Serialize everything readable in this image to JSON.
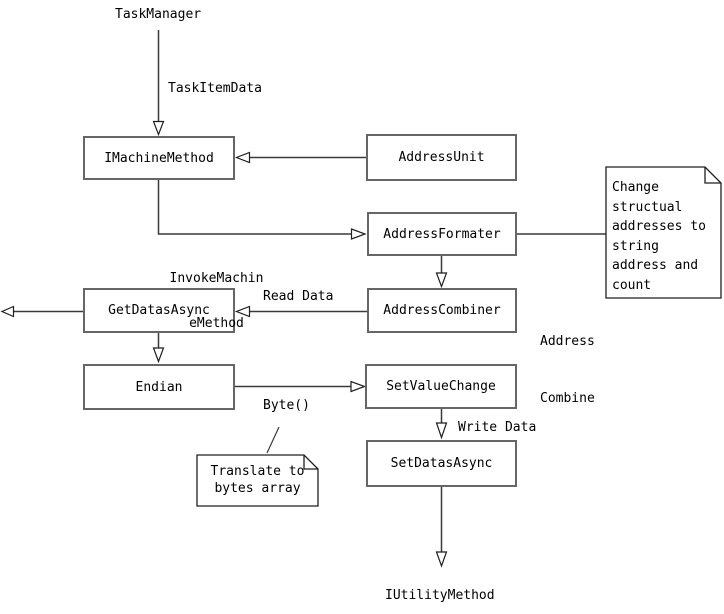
{
  "nodes": {
    "task_manager": {
      "label": "TaskManager"
    },
    "imachine_method": {
      "label": "IMachineMethod"
    },
    "address_unit": {
      "label": "AddressUnit"
    },
    "address_formater": {
      "label": "AddressFormater"
    },
    "address_combiner": {
      "label": "AddressCombiner"
    },
    "get_datas_async": {
      "label": "GetDatasAsync"
    },
    "endian": {
      "label": "Endian"
    },
    "set_value_change": {
      "label": "SetValueChange"
    },
    "set_datas_async": {
      "label": "SetDatasAsync"
    },
    "iutility_method": {
      "label": "IUtilityMethod"
    }
  },
  "edge_labels": {
    "task_item_data": "TaskItemData",
    "invoke_machine_method_line1": "InvokeMachin",
    "invoke_machine_method_line2": "eMethod",
    "read_data": "Read Data",
    "address_combine_line1": "Address",
    "address_combine_line2": "Combine",
    "byte_call": "Byte()",
    "write_data": "Write Data"
  },
  "notes": [
    {
      "lines": [
        "Change",
        "structual",
        "addresses to",
        "string",
        "address and",
        "count"
      ]
    },
    {
      "lines": [
        "Translate to",
        "bytes array"
      ]
    }
  ],
  "colors": {
    "background": "#ffffff",
    "box_border": "#666666",
    "line": "#3a3a3a",
    "note_border": "#1f1f1f",
    "text": "#000000"
  }
}
